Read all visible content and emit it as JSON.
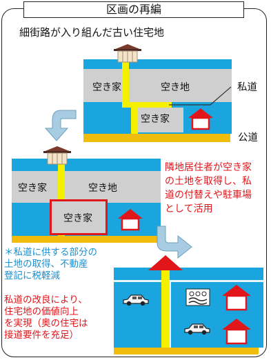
{
  "title": "区画の再編",
  "subtitle": "細街路が入り組んだ古い住宅地",
  "scene1": {
    "vacant_house": "空き家",
    "vacant_lot": "空き地",
    "vacant_house_lower": "空き家",
    "private_road": "私道",
    "public_road": "公道"
  },
  "scene2": {
    "vacant_house": "空き家",
    "vacant_lot": "空き地",
    "vacant_house_highlight": "空き家",
    "note_lines": [
      "隣地居住者が空き家",
      "の土地を取得し、私",
      "道の付替えや駐車場",
      "として活用"
    ]
  },
  "benefits": {
    "tax_lines": [
      "＊私道に供する部分の",
      "土地の取得、不動産",
      "登記に税軽減"
    ],
    "improve_lines": [
      "私道の改良により、",
      "住宅地の価値向上",
      "を実現（奥の住宅は",
      "接道要件を充足）"
    ]
  },
  "colors": {
    "gray_lot": "#cfcfcf",
    "blue_lot": "#1aa5de",
    "yellow_road": "#f5ef00",
    "public_road": "#f1bd0c",
    "accent_red": "#e0161b",
    "arrow_blue": "#a8cde2"
  }
}
